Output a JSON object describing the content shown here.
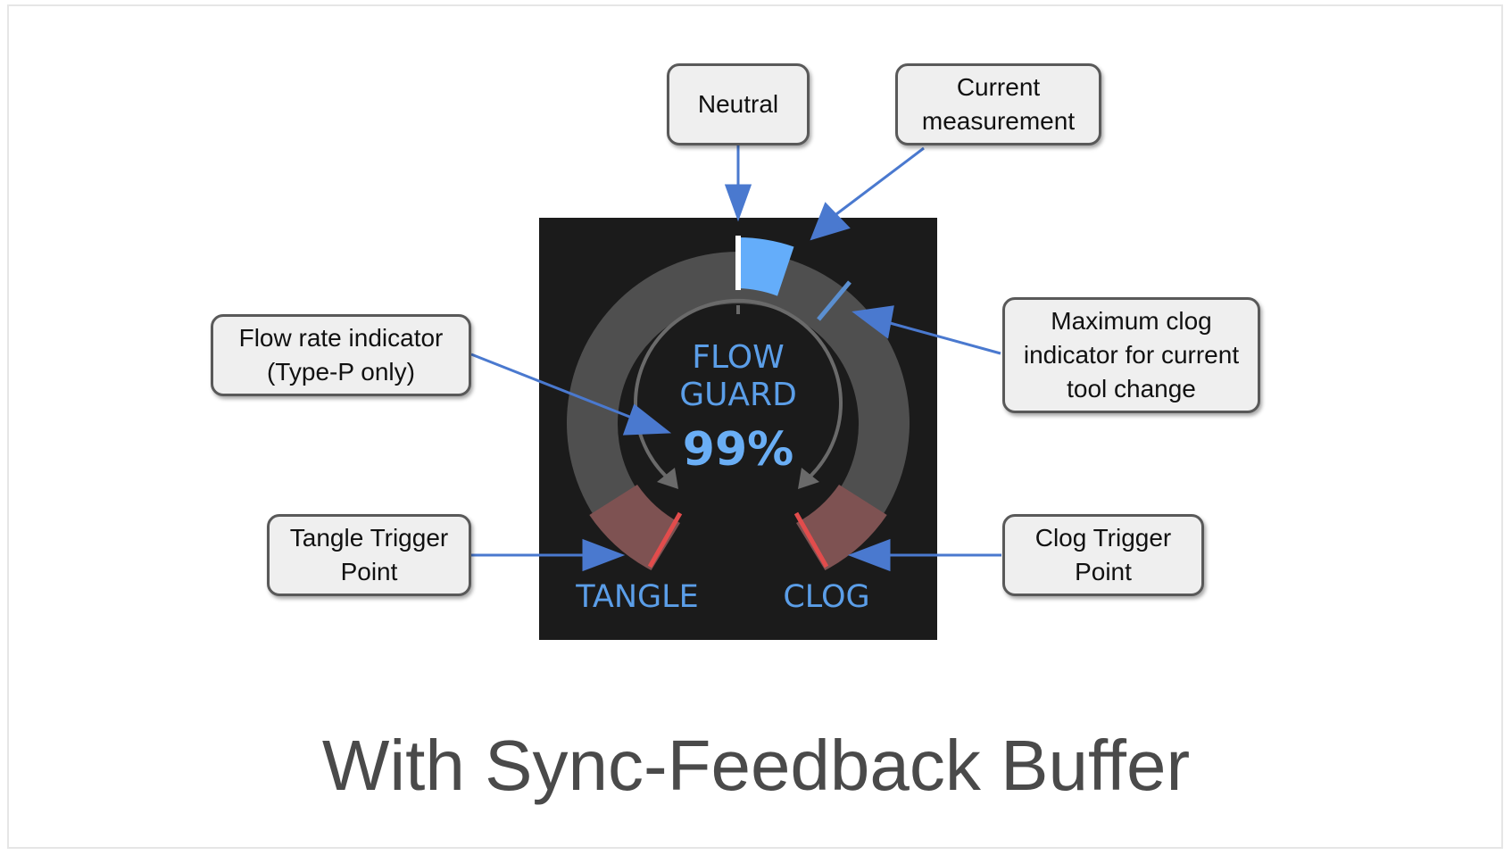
{
  "callouts": {
    "neutral": "Neutral",
    "current": "Current\nmeasurement",
    "max_clog": "Maximum clog\nindicator for current\ntool change",
    "flow_rate": "Flow rate indicator\n(Type-P only)",
    "tangle_trigger": "Tangle Trigger\nPoint",
    "clog_trigger": "Clog Trigger\nPoint"
  },
  "gauge": {
    "line1": "FLOW",
    "line2": "GUARD",
    "value_text": "99%",
    "left_label": "TANGLE",
    "right_label": "CLOG"
  },
  "colors": {
    "panel_bg": "#1b1b1b",
    "ring": "#4f4f4f",
    "trigger_zone": "#7e5252",
    "trigger_line": "#e24c4c",
    "measure": "#64adfa",
    "label_blue": "#5b9ee8",
    "callout_arrow": "#4a79cf"
  },
  "title": "With Sync-Feedback Buffer"
}
